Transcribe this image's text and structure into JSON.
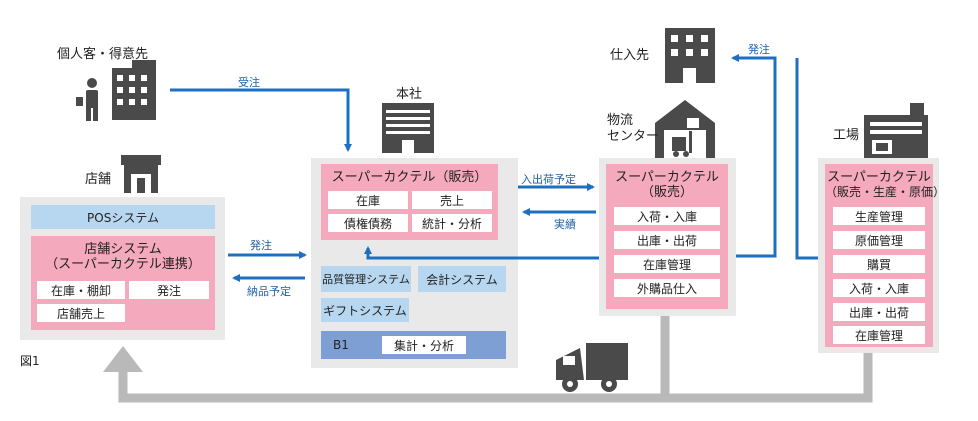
{
  "figure_label": "図1",
  "nodes": {
    "customer": "個人客・得意先",
    "store": "店舗",
    "head_office": "本社",
    "supplier": "仕入先",
    "logistics_line1": "物流",
    "logistics_line2": "センター",
    "factory": "工場"
  },
  "arrows": {
    "order_receive": "受注",
    "order_place_supplier": "発注",
    "in_out_plan": "入出荷予定",
    "results": "実績",
    "order_store": "発注",
    "delivery_plan": "納品予定"
  },
  "store_panel": {
    "pos": "POSシステム",
    "system_title_line1": "店舗システム",
    "system_title_line2": "（スーパーカクテル連携）",
    "items": [
      "在庫・棚卸",
      "発注",
      "店舗売上"
    ]
  },
  "hq_panel": {
    "title": "スーパーカクテル（販売）",
    "items": [
      "在庫",
      "売上",
      "債権債務",
      "統計・分析"
    ],
    "systems": [
      "品質管理システム",
      "会計システム",
      "ギフトシステム"
    ],
    "bi_label": "B1",
    "bi_item": "集計・分析"
  },
  "logistics_panel": {
    "title_line1": "スーパーカクテル",
    "title_line2": "（販売）",
    "items": [
      "入荷・入庫",
      "出庫・出荷",
      "在庫管理",
      "外購品仕入"
    ]
  },
  "factory_panel": {
    "title_line1": "スーパーカクテル",
    "title_line2": "（販売・生産・原価）",
    "items": [
      "生産管理",
      "原価管理",
      "購買",
      "入荷・入庫",
      "出庫・出荷",
      "在庫管理"
    ]
  },
  "colors": {
    "arrow_blue": "#1f6fc0",
    "panel_gray": "#e9e9e9",
    "pink": "#f4a9bd",
    "light_blue": "#b7d6ef",
    "bi_blue": "#7e9fd3",
    "route_gray": "#b9b9b9",
    "icon_dark": "#4a4a4a"
  },
  "icons": [
    "person-with-bag-icon",
    "office-building-icon",
    "storefront-icon",
    "headquarters-building-icon",
    "supplier-building-icon",
    "warehouse-forklift-icon",
    "factory-icon",
    "delivery-truck-icon"
  ]
}
